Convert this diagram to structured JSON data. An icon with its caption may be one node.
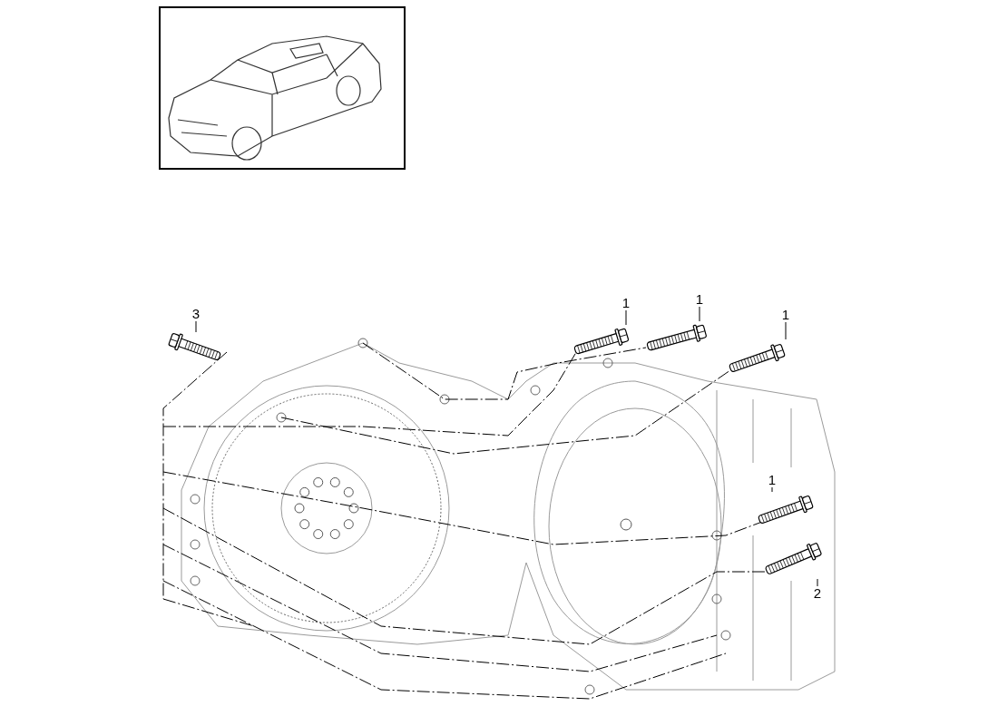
{
  "diagram": {
    "nodes": [
      {
        "text": [
          "3"
        ]
      },
      {
        "text": [],
        "shape": "picture"
      },
      {
        "text": [
          "1"
        ]
      },
      {
        "text": [],
        "shape": "picture"
      },
      {
        "text": [
          "1"
        ]
      },
      {
        "text": [],
        "shape": "picture"
      },
      {
        "text": [
          "1"
        ]
      },
      {
        "text": [],
        "shape": "picture"
      },
      {
        "text": [
          "1"
        ]
      },
      {
        "text": [],
        "shape": "picture"
      },
      {
        "text": [
          "2"
        ]
      },
      {
        "text": [],
        "shape": "picture"
      }
    ],
    "edges": [
      {
        "from": 0,
        "to": 1,
        "arrow": "none"
      },
      {
        "from": 2,
        "to": 3,
        "arrow": "none"
      },
      {
        "from": 4,
        "to": 5,
        "arrow": "none"
      },
      {
        "from": 6,
        "to": 7,
        "arrow": "none"
      },
      {
        "from": 8,
        "to": 9,
        "arrow": "none"
      },
      {
        "from": 10,
        "to": 11,
        "arrow": "none"
      }
    ]
  }
}
